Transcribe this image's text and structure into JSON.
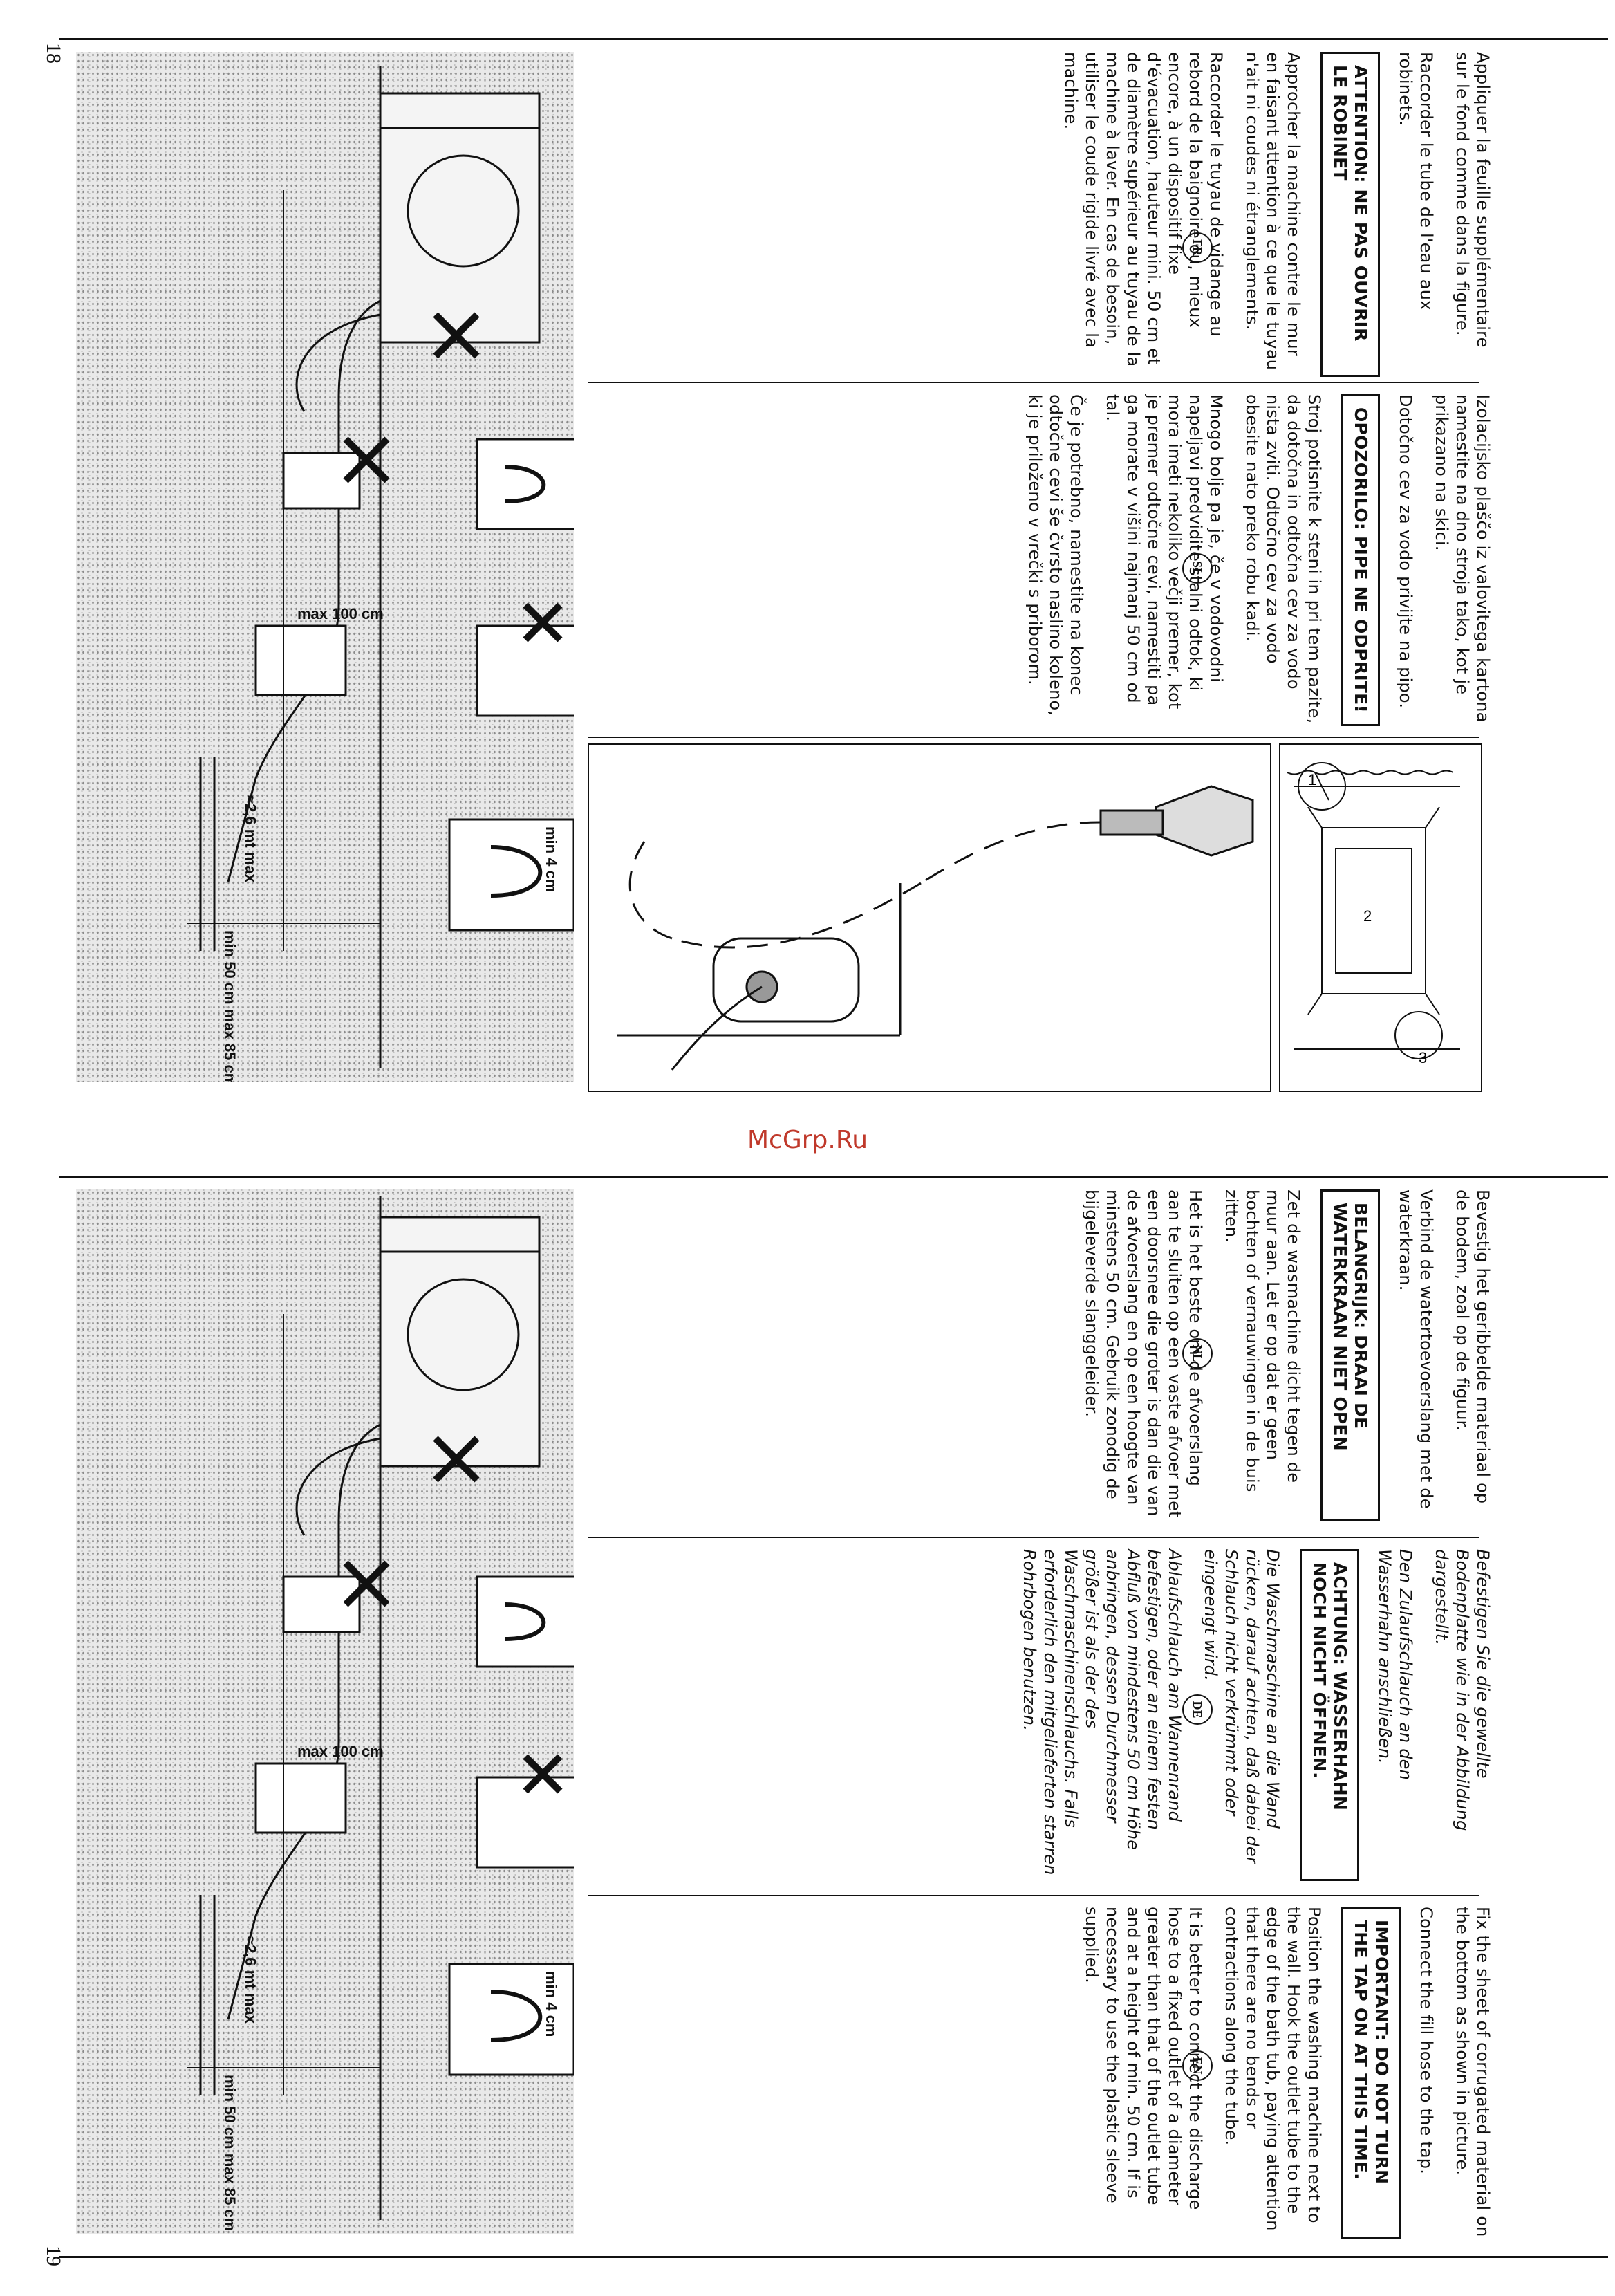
{
  "page_numbers": {
    "top": "18",
    "bottom": "19"
  },
  "watermark": "McGrp.Ru",
  "top_page": {
    "fr": {
      "badge": "FR",
      "p1": "Appliquer la feuille supplémentaire sur le fond comme dans la figure.",
      "p2": "Raccorder le tube de l'eau aux robinets.",
      "warning": "ATTENTION: NE PAS OUVRIR LE ROBINET",
      "p3": "Approcher la machine contre le mur en faisant attention à ce que le tuyau n'ait ni coudes ni étranglements.",
      "p4": "Raccorder le tuyau de vidange au rebord de la baignoire ou, mieux encore, à un dispositif fixe d'évacuation, hauteur mini. 50 cm et de diamètre supérieur au tuyau de la machine à laver. En cas de besoin, utiliser le coude rigide livré avec la machine."
    },
    "sl": {
      "badge": "SL",
      "p1": "Izolacijsko plaščo iz valovitega kartona namestite na dno stroja tako, kot je prikazano na skici.",
      "p2": "Dotočno cev za vodo privijte na pipo.",
      "warning": "OPOZORILO: PIPE NE ODPRITE!",
      "p3": "Stroj potisnite k steni in pri tem pazite, da dotočna in odtočna cev za vodo nista zviti. Odtočno cev za vodo obesite nato preko robu kadi.",
      "p4": "Mnogo bolje pa je, če v vodovodni napeljavi predvidite stalni odtok, ki mora imeti nekoliko večji premer, kot je premer odtočne cevi, namestiti pa ga morate v višini najmanj 50 cm od tal.",
      "p5": "Če je potrebno, namestite na konec odtočne cevi še čvrsto naslino koleno, ki je priloženo v vrečki s priborom."
    },
    "diagram_labels": {
      "max_height": "max 100 cm",
      "hose_length": "≈2,6 mt max",
      "outlet_height": "min 50 cm max 85 cm",
      "min_gap": "min 4 cm"
    },
    "detail_labels": {
      "n1": "1",
      "n2": "2",
      "n3": "3"
    }
  },
  "bottom_page": {
    "nl": {
      "badge": "NL",
      "p1": "Bevestig het geribbelde materiaal op de bodem, zoal op de figuur.",
      "p2": "Verbind de watertoevoerslang met de waterkraan.",
      "warning": "BELANGRIJK: DRAAI DE WATERKRAAN NIET OPEN",
      "p3": "Zet de wasmachine dicht tegen de muur aan. Let er op dat er geen bochten of vernauwingen in de buis zitten.",
      "p4": "Het is het beste om de afvoerslang aan te sluiten op een vaste afvoer met een doorsnee die groter is dan die van de afvoerslang en op een hoogte van minstens 50 cm. Gebruik zonodig de bijgeleverde slanggeleider."
    },
    "de": {
      "badge": "DE",
      "p1": "Befestigen Sie die gewellte Bodenplatte wie in der Abbildung dargestellt.",
      "p2": "Den Zulaufschlauch an den Wasserhahn anschließen.",
      "warning": "ACHTUNG: WASSERHAHN NOCH NICHT ÖFFNEN.",
      "p3": "Die Waschmaschine an die Wand rücken, darauf achten, daß dabei der Schlauch nicht verkrümmt oder eingeengt wird.",
      "p4": "Ablaufschlauch am Wannenrand befestigen, oder an einem festen Abfluß von mindestens 50 cm Höhe anbringen, dessen Durchmesser größer ist als der des Waschmaschinenschlauchs. Falls erforderlich den mitgelieferten starren Rohrbogen benutzen."
    },
    "en": {
      "badge": "EN",
      "p1": "Fix the sheet of corrugated material on the bottom as shown in picture.",
      "p2": "Connect the fill hose to the tap.",
      "warning": "IMPORTANT: DO NOT TURN THE TAP ON AT THIS TIME.",
      "p3": "Position the washing machine next to the wall. Hook the outlet tube to the edge of the bath tub, paying attention that there are no bends or contractions along the tube.",
      "p4": "It is better to connect the discharge hose to a fixed outlet of a diameter greater than that of the outlet tube and at a height of min. 50 cm. If is necessary to use the plastic sleeve supplied."
    },
    "diagram_labels": {
      "max_height": "max 100 cm",
      "hose_length": "≈2,6 mt max",
      "outlet_height": "min 50 cm max 85 cm",
      "min_gap": "min 4 cm"
    }
  }
}
